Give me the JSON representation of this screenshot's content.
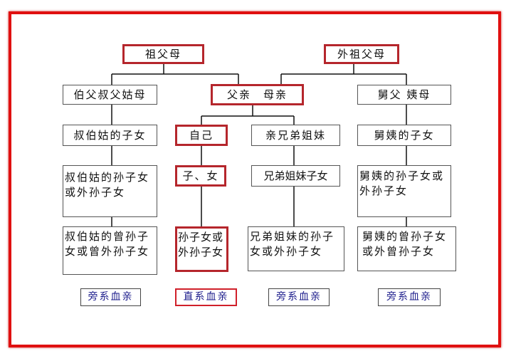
{
  "colors": {
    "frame": "#e01010",
    "highlight": "#b5262c",
    "label_text": "#1a1a8a"
  },
  "nodes": {
    "grandparents": "祖父母",
    "maternal_grandparents": "外祖父母",
    "paternal_uncles_aunts": "伯父叔父姑母",
    "parents": "父亲　母亲",
    "maternal_uncles_aunts": "舅父 姨母",
    "paternal_cousins": "叔伯姑的子女",
    "self": "自己",
    "siblings": "亲兄弟姐妹",
    "maternal_cousins": "舅姨的子女",
    "paternal_cousins_children": "叔伯姑的孙子女或外孙子女",
    "children": "子、女",
    "siblings_children": "兄弟姐妹子女",
    "maternal_cousins_children": "舅姨的孙子女或外孙子女",
    "paternal_great": "叔伯姑的曾孙子女或曾外孙子女",
    "grandchildren": "孙子女或外孙子女",
    "siblings_grandchildren": "兄弟姐妹的孙子女或外孙子女",
    "maternal_great": "舅姨的曾孙子女或外曾孙子女"
  },
  "labels": [
    "旁系血亲",
    "直系血亲",
    "旁系血亲",
    "旁系血亲"
  ]
}
